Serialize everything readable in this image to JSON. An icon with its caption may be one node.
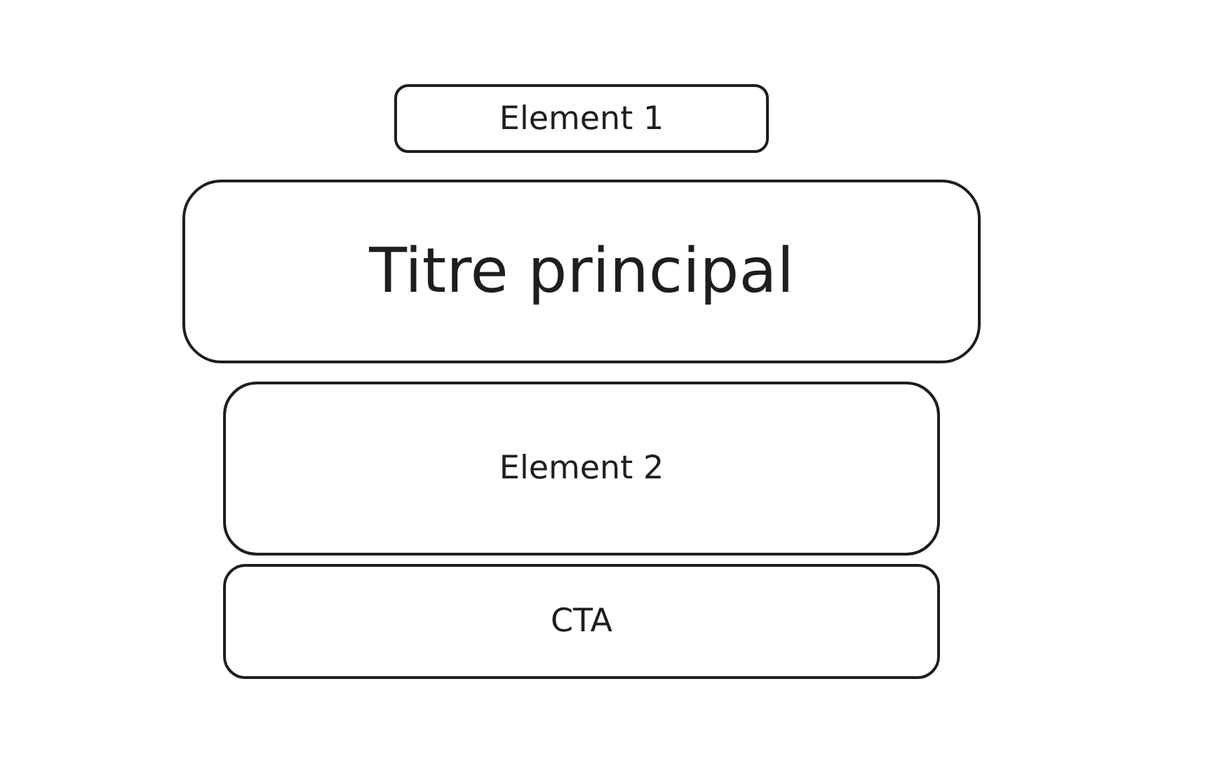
{
  "diagram": {
    "nodes": [
      {
        "text": [
          "Element 1"
        ]
      },
      {
        "text": [
          "Titre principal"
        ]
      },
      {
        "text": [
          "Element 2"
        ]
      },
      {
        "text": [
          "CTA"
        ]
      }
    ]
  }
}
